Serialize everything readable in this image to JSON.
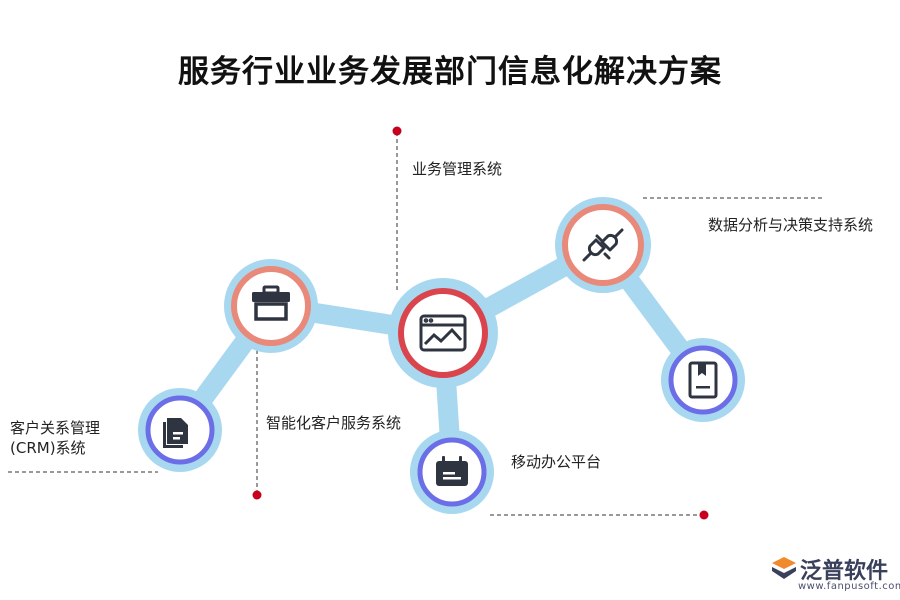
{
  "title": "服务行业业务发展部门信息化解决方案",
  "nodes": [
    {
      "id": "crm",
      "label_lines": [
        "客户关系管理",
        "(CRM)系统"
      ],
      "icon": "document-icon"
    },
    {
      "id": "smart",
      "label_lines": [
        "智能化客户服务系统"
      ],
      "icon": "toolbox-icon"
    },
    {
      "id": "business",
      "label_lines": [
        "业务管理系统"
      ],
      "icon": "dashboard-chart-icon"
    },
    {
      "id": "mobile",
      "label_lines": [
        "移动办公平台"
      ],
      "icon": "calendar-icon"
    },
    {
      "id": "data",
      "label_lines": [
        "数据分析与决策支持系统"
      ],
      "icon": "plug-icon"
    },
    {
      "id": "book",
      "label_lines": [],
      "icon": "bookmark-book-icon"
    }
  ],
  "colors": {
    "connector": "#a8d8ef",
    "node_fill": "#a8d8ef",
    "inner_fill": "#ffffff",
    "ring_salmon": "#e8897a",
    "ring_red": "#d9444d",
    "ring_blue": "#6b6ee6",
    "icon": "#2f3441",
    "dot": "#c8001e",
    "dash": "#333333"
  },
  "logo": {
    "name": "泛普软件",
    "url": "www.fanpusoft.com"
  }
}
